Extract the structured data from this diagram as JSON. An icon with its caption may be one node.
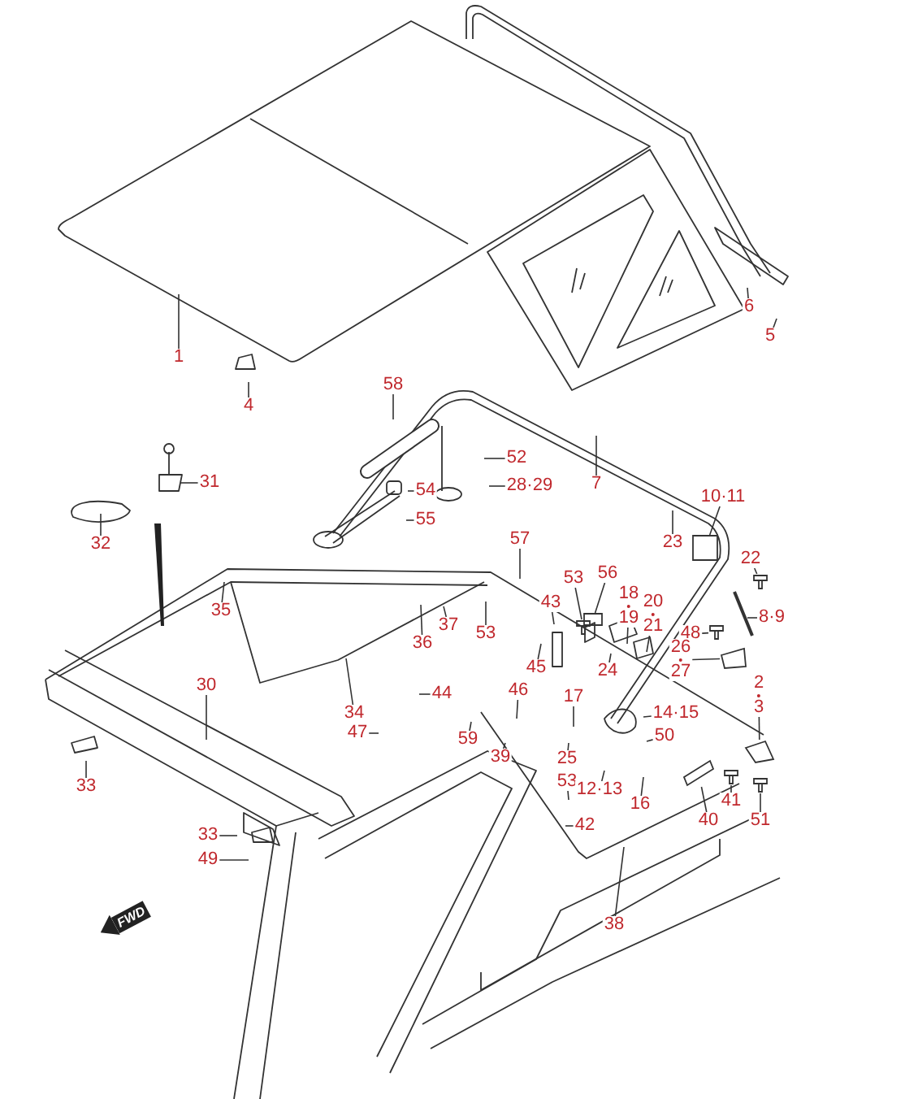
{
  "diagram": {
    "nodes": [
      {
        "text": [
          "1"
        ]
      },
      {
        "text": [
          "4"
        ]
      },
      {
        "text": [
          "6"
        ]
      },
      {
        "text": [
          "5"
        ]
      },
      {
        "text": [
          "58"
        ]
      },
      {
        "text": [
          "52"
        ]
      },
      {
        "text": [
          "28·29"
        ]
      },
      {
        "text": [
          "7"
        ]
      },
      {
        "text": [
          "31"
        ]
      },
      {
        "text": [
          "32"
        ]
      },
      {
        "text": [
          "54"
        ]
      },
      {
        "text": [
          "55"
        ]
      },
      {
        "text": [
          "10·11"
        ]
      },
      {
        "text": [
          "23"
        ]
      },
      {
        "text": [
          "57"
        ]
      },
      {
        "text": [
          "22"
        ]
      },
      {
        "text": [
          "53"
        ]
      },
      {
        "text": [
          "56"
        ]
      },
      {
        "text": [
          "43"
        ]
      },
      {
        "text": [
          "18",
          "19"
        ]
      },
      {
        "text": [
          "20",
          "21"
        ]
      },
      {
        "text": [
          "8·9"
        ]
      },
      {
        "text": [
          "53"
        ]
      },
      {
        "text": [
          "35"
        ]
      },
      {
        "text": [
          "37"
        ]
      },
      {
        "text": [
          "36"
        ]
      },
      {
        "text": [
          "48"
        ]
      },
      {
        "text": [
          "26",
          "27"
        ]
      },
      {
        "text": [
          "24"
        ]
      },
      {
        "text": [
          "45"
        ]
      },
      {
        "text": [
          "30"
        ]
      },
      {
        "text": [
          "44"
        ]
      },
      {
        "text": [
          "2",
          "3"
        ]
      },
      {
        "text": [
          "46"
        ]
      },
      {
        "text": [
          "17"
        ]
      },
      {
        "text": [
          "34"
        ]
      },
      {
        "text": [
          "14·15"
        ]
      },
      {
        "text": [
          "47"
        ]
      },
      {
        "text": [
          "50"
        ]
      },
      {
        "text": [
          "59"
        ]
      },
      {
        "text": [
          "39"
        ]
      },
      {
        "text": [
          "25"
        ]
      },
      {
        "text": [
          "53"
        ]
      },
      {
        "text": [
          "12·13"
        ]
      },
      {
        "text": [
          "33"
        ]
      },
      {
        "text": [
          "16"
        ]
      },
      {
        "text": [
          "41"
        ]
      },
      {
        "text": [
          "40"
        ]
      },
      {
        "text": [
          "51"
        ]
      },
      {
        "text": [
          "42"
        ]
      },
      {
        "text": [
          "33"
        ]
      },
      {
        "text": [
          "49"
        ]
      },
      {
        "text": [
          "38"
        ]
      },
      {
        "text": [],
        "shape": "box"
      },
      {
        "text": [],
        "shape": "picture"
      },
      {
        "text": [],
        "shape": "picture"
      },
      {
        "text": [],
        "shape": "box"
      },
      {
        "text": [],
        "shape": "picture"
      },
      {
        "text": [],
        "shape": "picture"
      },
      {
        "text": [],
        "shape": "picture"
      },
      {
        "text": [],
        "shape": "picture"
      },
      {
        "text": [],
        "shape": "picture"
      },
      {
        "text": [],
        "shape": "picture"
      }
    ],
    "edges": [
      {
        "from": 0,
        "to": null,
        "arrow": "none"
      },
      {
        "from": 1,
        "to": null,
        "arrow": "none"
      },
      {
        "from": 2,
        "to": null,
        "arrow": "none"
      },
      {
        "from": 3,
        "to": null,
        "arrow": "none"
      },
      {
        "from": 4,
        "to": null,
        "arrow": "none"
      },
      {
        "from": 5,
        "to": null,
        "arrow": "none"
      },
      {
        "from": 6,
        "to": null,
        "arrow": "none"
      },
      {
        "from": 7,
        "to": null,
        "arrow": "none"
      },
      {
        "from": 8,
        "to": null,
        "arrow": "none"
      },
      {
        "from": 9,
        "to": null,
        "arrow": "none"
      },
      {
        "from": 10,
        "to": null,
        "arrow": "none"
      },
      {
        "from": 11,
        "to": null,
        "arrow": "none"
      },
      {
        "from": 12,
        "to": 53,
        "arrow": "none"
      },
      {
        "from": 13,
        "to": null,
        "arrow": "none"
      },
      {
        "from": 14,
        "to": null,
        "arrow": "none"
      },
      {
        "from": 15,
        "to": 54,
        "arrow": "none"
      },
      {
        "from": 16,
        "to": 55,
        "arrow": "none"
      },
      {
        "from": 17,
        "to": 56,
        "arrow": "none"
      },
      {
        "from": 18,
        "to": null,
        "arrow": "none"
      },
      {
        "from": 19,
        "to": null,
        "arrow": "none"
      },
      {
        "from": 20,
        "to": null,
        "arrow": "none"
      },
      {
        "from": 21,
        "to": null,
        "arrow": "none"
      },
      {
        "from": 22,
        "to": null,
        "arrow": "none"
      },
      {
        "from": 23,
        "to": null,
        "arrow": "none"
      },
      {
        "from": 24,
        "to": null,
        "arrow": "none"
      },
      {
        "from": 25,
        "to": null,
        "arrow": "none"
      },
      {
        "from": 26,
        "to": 57,
        "arrow": "none"
      },
      {
        "from": 27,
        "to": 58,
        "arrow": "none"
      },
      {
        "from": 28,
        "to": null,
        "arrow": "none"
      },
      {
        "from": 29,
        "to": null,
        "arrow": "none"
      },
      {
        "from": 30,
        "to": null,
        "arrow": "none"
      },
      {
        "from": 31,
        "to": null,
        "arrow": "none"
      },
      {
        "from": 32,
        "to": 62,
        "arrow": "none"
      },
      {
        "from": 33,
        "to": null,
        "arrow": "none"
      },
      {
        "from": 34,
        "to": null,
        "arrow": "none"
      },
      {
        "from": 35,
        "to": null,
        "arrow": "none"
      },
      {
        "from": 36,
        "to": null,
        "arrow": "none"
      },
      {
        "from": 37,
        "to": null,
        "arrow": "none"
      },
      {
        "from": 38,
        "to": null,
        "arrow": "none"
      },
      {
        "from": 39,
        "to": null,
        "arrow": "none"
      },
      {
        "from": 40,
        "to": null,
        "arrow": "none"
      },
      {
        "from": 41,
        "to": null,
        "arrow": "none"
      },
      {
        "from": 42,
        "to": null,
        "arrow": "none"
      },
      {
        "from": 43,
        "to": null,
        "arrow": "none"
      },
      {
        "from": 44,
        "to": null,
        "arrow": "none"
      },
      {
        "from": 45,
        "to": null,
        "arrow": "none"
      },
      {
        "from": 46,
        "to": 60,
        "arrow": "none"
      },
      {
        "from": 47,
        "to": 59,
        "arrow": "none"
      },
      {
        "from": 48,
        "to": 61,
        "arrow": "none"
      },
      {
        "from": 49,
        "to": null,
        "arrow": "none"
      },
      {
        "from": 50,
        "to": null,
        "arrow": "none"
      },
      {
        "from": 51,
        "to": null,
        "arrow": "none"
      },
      {
        "from": 52,
        "to": null,
        "arrow": "none"
      }
    ],
    "labels": [
      "FWD"
    ]
  }
}
